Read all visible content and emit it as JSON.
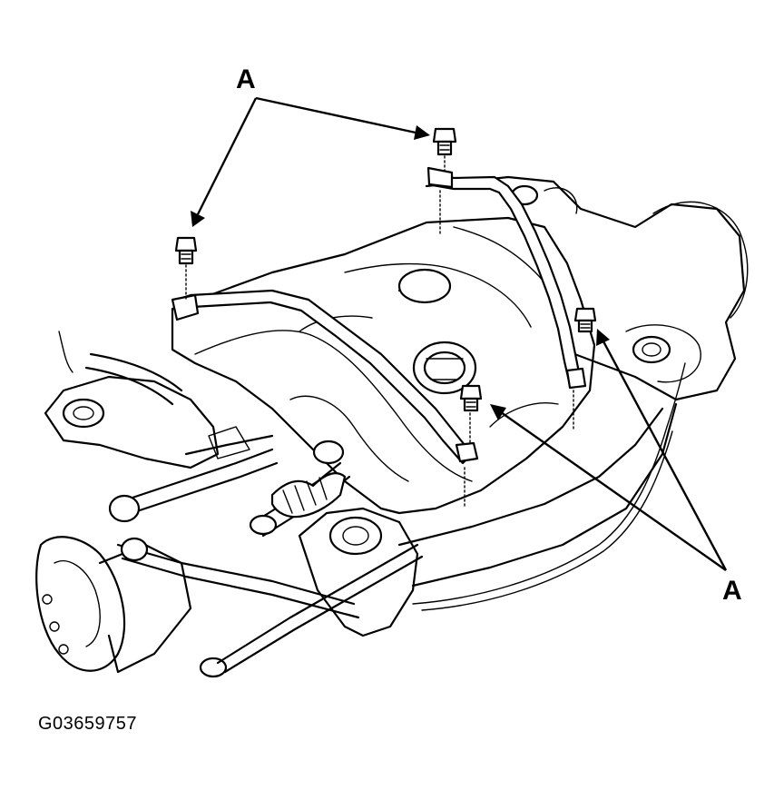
{
  "diagram": {
    "callouts": [
      {
        "id": "top",
        "label": "A"
      },
      {
        "id": "right",
        "label": "A"
      }
    ],
    "figure_id": "G03659757",
    "colors": {
      "line": "#000000",
      "background": "#ffffff"
    }
  }
}
